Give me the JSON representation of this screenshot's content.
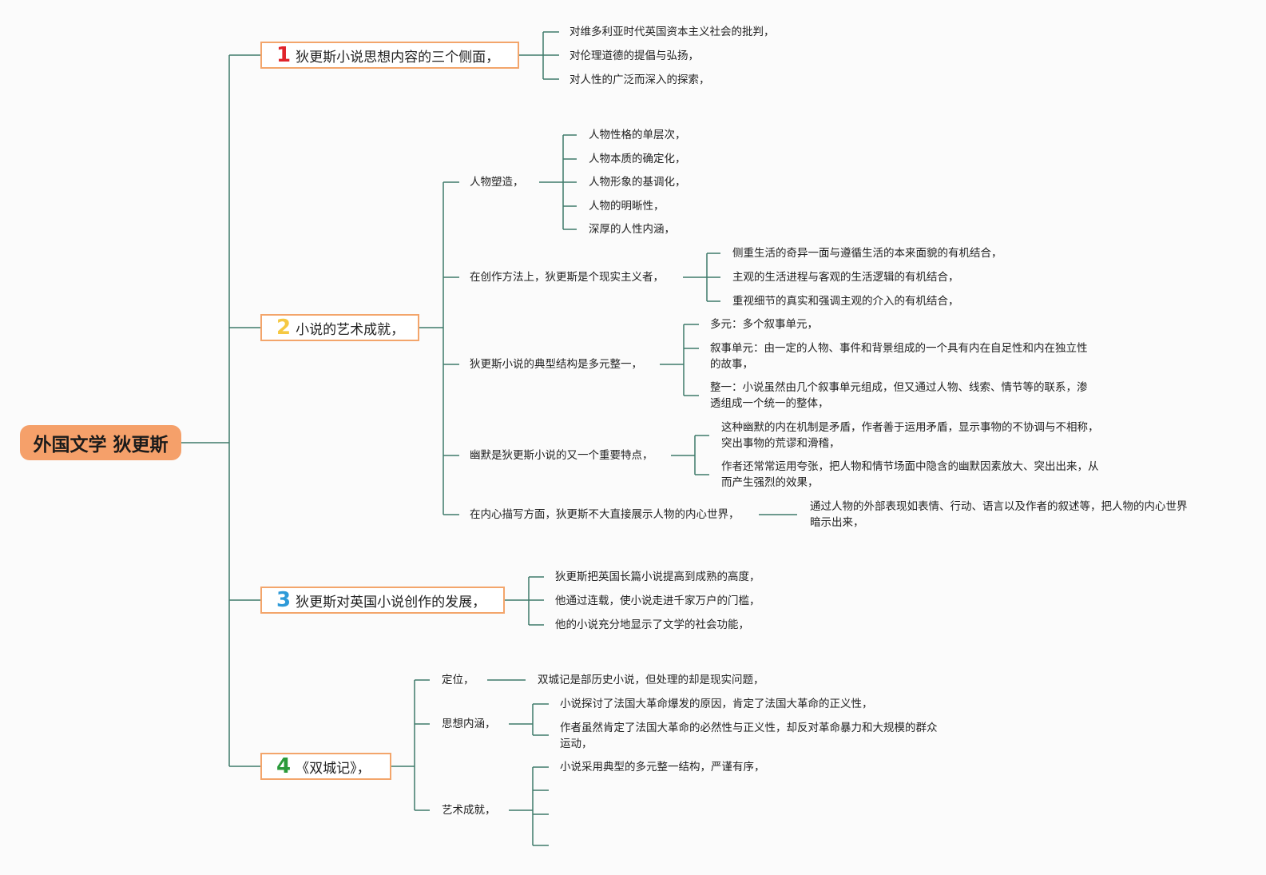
{
  "root": {
    "label": "外国文学 狄更斯"
  },
  "branch1": {
    "num": "1",
    "label": "狄更斯小说思想内容的三个侧面，",
    "color": "#e0242b",
    "items": [
      "对维多利亚时代英国资本主义社会的批判，",
      "对伦理道德的提倡与弘扬，",
      "对人性的广泛而深入的探索，"
    ]
  },
  "branch2": {
    "num": "2",
    "label": "小说的艺术成就，",
    "color": "#f5c842",
    "characters": {
      "label": "人物塑造，",
      "items": [
        "人物性格的单层次，",
        "人物本质的确定化，",
        "人物形象的基调化，",
        "人物的明晰性，",
        "深厚的人性内涵，"
      ]
    },
    "method": {
      "label": "在创作方法上，狄更斯是个现实主义者，",
      "items": [
        "侧重生活的奇异一面与遵循生活的本来面貌的有机结合，",
        "主观的生活进程与客观的生活逻辑的有机结合，",
        "重视细节的真实和强调主观的介入的有机结合，"
      ]
    },
    "structure": {
      "label": "狄更斯小说的典型结构是多元整一，",
      "items": [
        [
          "多元：多个叙事单元，"
        ],
        [
          "叙事单元：由一定的人物、事件和背景组成的一个具有内在自足性和内在独立性",
          "的故事，"
        ],
        [
          "整一：小说虽然由几个叙事单元组成，但又通过人物、线索、情节等的联系，渗",
          "透组成一个统一的整体，"
        ]
      ]
    },
    "humor": {
      "label": "幽默是狄更斯小说的又一个重要特点，",
      "items": [
        [
          "这种幽默的内在机制是矛盾，作者善于运用矛盾，显示事物的不协调与不相称，",
          "突出事物的荒谬和滑稽，"
        ],
        [
          "作者还常常运用夸张，把人物和情节场面中隐含的幽默因素放大、突出出来，从",
          "而产生强烈的效果，"
        ]
      ]
    },
    "inner": {
      "label": "在内心描写方面，狄更斯不大直接展示人物的内心世界，",
      "detail": [
        "通过人物的外部表现如表情、行动、语言以及作者的叙述等，把人物的内心世界",
        "暗示出来，"
      ]
    }
  },
  "branch3": {
    "num": "3",
    "label": "狄更斯对英国小说创作的发展，",
    "color": "#2e9ad8",
    "items": [
      "狄更斯把英国长篇小说提高到成熟的高度，",
      "他通过连载，使小说走进千家万户的门槛，",
      "他的小说充分地显示了文学的社会功能，"
    ]
  },
  "branch4": {
    "num": "4",
    "label": "《双城记》，",
    "color": "#2a9a3a",
    "position": {
      "label": "定位，",
      "detail": "双城记是部历史小说，但处理的却是现实问题，"
    },
    "theme": {
      "label": "思想内涵，",
      "items": [
        [
          "小说探讨了法国大革命爆发的原因，肯定了法国大革命的正义性，"
        ],
        [
          "作者虽然肯定了法国大革命的必然性与正义性，却反对革命暴力和大规模的群众",
          "运动，"
        ]
      ]
    },
    "art": {
      "label": "艺术成就，",
      "items": [
        "小说采用典型的多元整一结构，严谨有序，"
      ]
    }
  },
  "colors": {
    "line": "#3e7a6a",
    "root_bg": "#f5a06a",
    "box_border": "#f3a56b"
  }
}
